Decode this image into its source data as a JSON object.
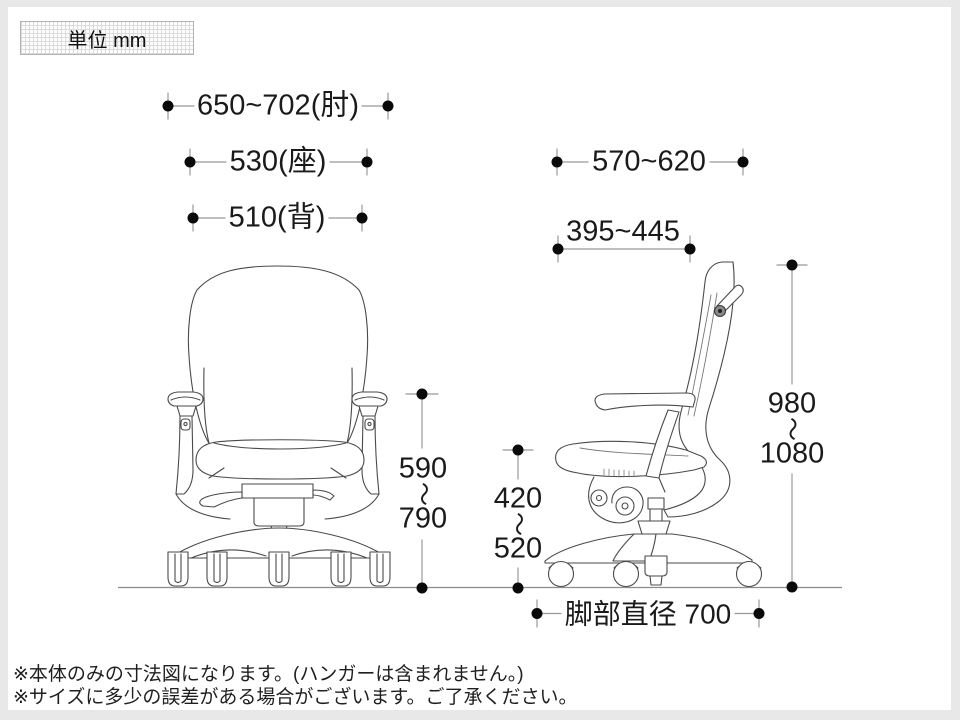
{
  "unit": {
    "label": "単位 mm"
  },
  "front_view": {
    "arm_width": "650~702(肘)",
    "seat_width": "530(座)",
    "back_width": "510(背)",
    "armrest_height": {
      "from": "590",
      "to": "790"
    }
  },
  "side_view": {
    "overall_depth": "570~620",
    "seat_depth": "395~445",
    "seat_height": {
      "from": "420",
      "to": "520"
    },
    "overall_height": {
      "from": "980",
      "to": "1080"
    },
    "base_diameter": "脚部直径 700"
  },
  "tilde": "〜",
  "notes": {
    "line1": "※本体のみの寸法図になります。(ハンガーは含まれません。)",
    "line2": "※サイズに多少の誤差がある場合がございます。ご了承ください。"
  },
  "colors": {
    "page_frame": "#e8e8e8",
    "canvas": "#ffffff",
    "dimension_line": "#999999",
    "ground_line": "#8c8c8c",
    "dot": "#0a0a0a",
    "drawing_line": "#4a4a4a",
    "text": "#1a1a1a"
  }
}
